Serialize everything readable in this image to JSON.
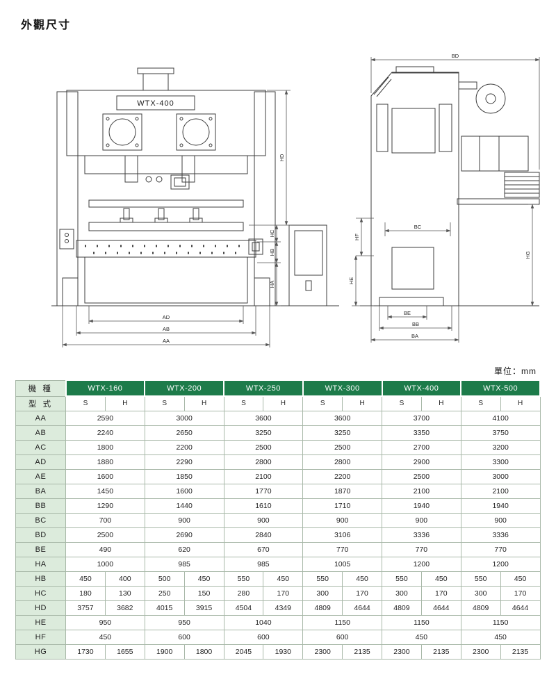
{
  "page": {
    "title": "外觀尺寸",
    "unit_label": "單位：mm"
  },
  "drawing": {
    "machine_label": "WTX-400",
    "dims": {
      "aa": "AA",
      "ab": "AB",
      "ad": "AD",
      "ha": "HA",
      "hb": "HB",
      "hc": "HC",
      "hd": "HD",
      "ba": "BA",
      "bb": "BB",
      "bc": "BC",
      "bd": "BD",
      "be": "BE",
      "he": "HE",
      "hf": "HF",
      "hg": "HG"
    }
  },
  "table": {
    "machine_header": "機 種",
    "model_header": "型 式",
    "models": [
      "WTX-160",
      "WTX-200",
      "WTX-250",
      "WTX-300",
      "WTX-400",
      "WTX-500"
    ],
    "sub_cols": [
      "S",
      "H"
    ],
    "rows": [
      {
        "label": "AA",
        "merged": true,
        "values": [
          "2590",
          "3000",
          "3600",
          "3600",
          "3700",
          "4100"
        ]
      },
      {
        "label": "AB",
        "merged": true,
        "values": [
          "2240",
          "2650",
          "3250",
          "3250",
          "3350",
          "3750"
        ]
      },
      {
        "label": "AC",
        "merged": true,
        "values": [
          "1800",
          "2200",
          "2500",
          "2500",
          "2700",
          "3200"
        ]
      },
      {
        "label": "AD",
        "merged": true,
        "values": [
          "1880",
          "2290",
          "2800",
          "2800",
          "2900",
          "3300"
        ]
      },
      {
        "label": "AE",
        "merged": true,
        "values": [
          "1600",
          "1850",
          "2100",
          "2200",
          "2500",
          "3000"
        ]
      },
      {
        "label": "BA",
        "merged": true,
        "values": [
          "1450",
          "1600",
          "1770",
          "1870",
          "2100",
          "2100"
        ]
      },
      {
        "label": "BB",
        "merged": true,
        "values": [
          "1290",
          "1440",
          "1610",
          "1710",
          "1940",
          "1940"
        ]
      },
      {
        "label": "BC",
        "merged": true,
        "values": [
          "700",
          "900",
          "900",
          "900",
          "900",
          "900"
        ]
      },
      {
        "label": "BD",
        "merged": true,
        "values": [
          "2500",
          "2690",
          "2840",
          "3106",
          "3336",
          "3336"
        ]
      },
      {
        "label": "BE",
        "merged": true,
        "values": [
          "490",
          "620",
          "670",
          "770",
          "770",
          "770"
        ]
      },
      {
        "label": "HA",
        "merged": true,
        "values": [
          "1000",
          "985",
          "985",
          "1005",
          "1200",
          "1200"
        ]
      },
      {
        "label": "HB",
        "merged": false,
        "values": [
          "450",
          "400",
          "500",
          "450",
          "550",
          "450",
          "550",
          "450",
          "550",
          "450",
          "550",
          "450"
        ]
      },
      {
        "label": "HC",
        "merged": false,
        "values": [
          "180",
          "130",
          "250",
          "150",
          "280",
          "170",
          "300",
          "170",
          "300",
          "170",
          "300",
          "170"
        ]
      },
      {
        "label": "HD",
        "merged": false,
        "values": [
          "3757",
          "3682",
          "4015",
          "3915",
          "4504",
          "4349",
          "4809",
          "4644",
          "4809",
          "4644",
          "4809",
          "4644"
        ]
      },
      {
        "label": "HE",
        "merged": true,
        "values": [
          "950",
          "950",
          "1040",
          "1150",
          "1150",
          "1150"
        ]
      },
      {
        "label": "HF",
        "merged": true,
        "values": [
          "450",
          "600",
          "600",
          "600",
          "450",
          "450"
        ]
      },
      {
        "label": "HG",
        "merged": false,
        "values": [
          "1730",
          "1655",
          "1900",
          "1800",
          "2045",
          "1930",
          "2300",
          "2135",
          "2300",
          "2135",
          "2300",
          "2135"
        ]
      }
    ],
    "colors": {
      "header_green": "#1d7b4a",
      "label_bg": "#dcebdc"
    }
  }
}
